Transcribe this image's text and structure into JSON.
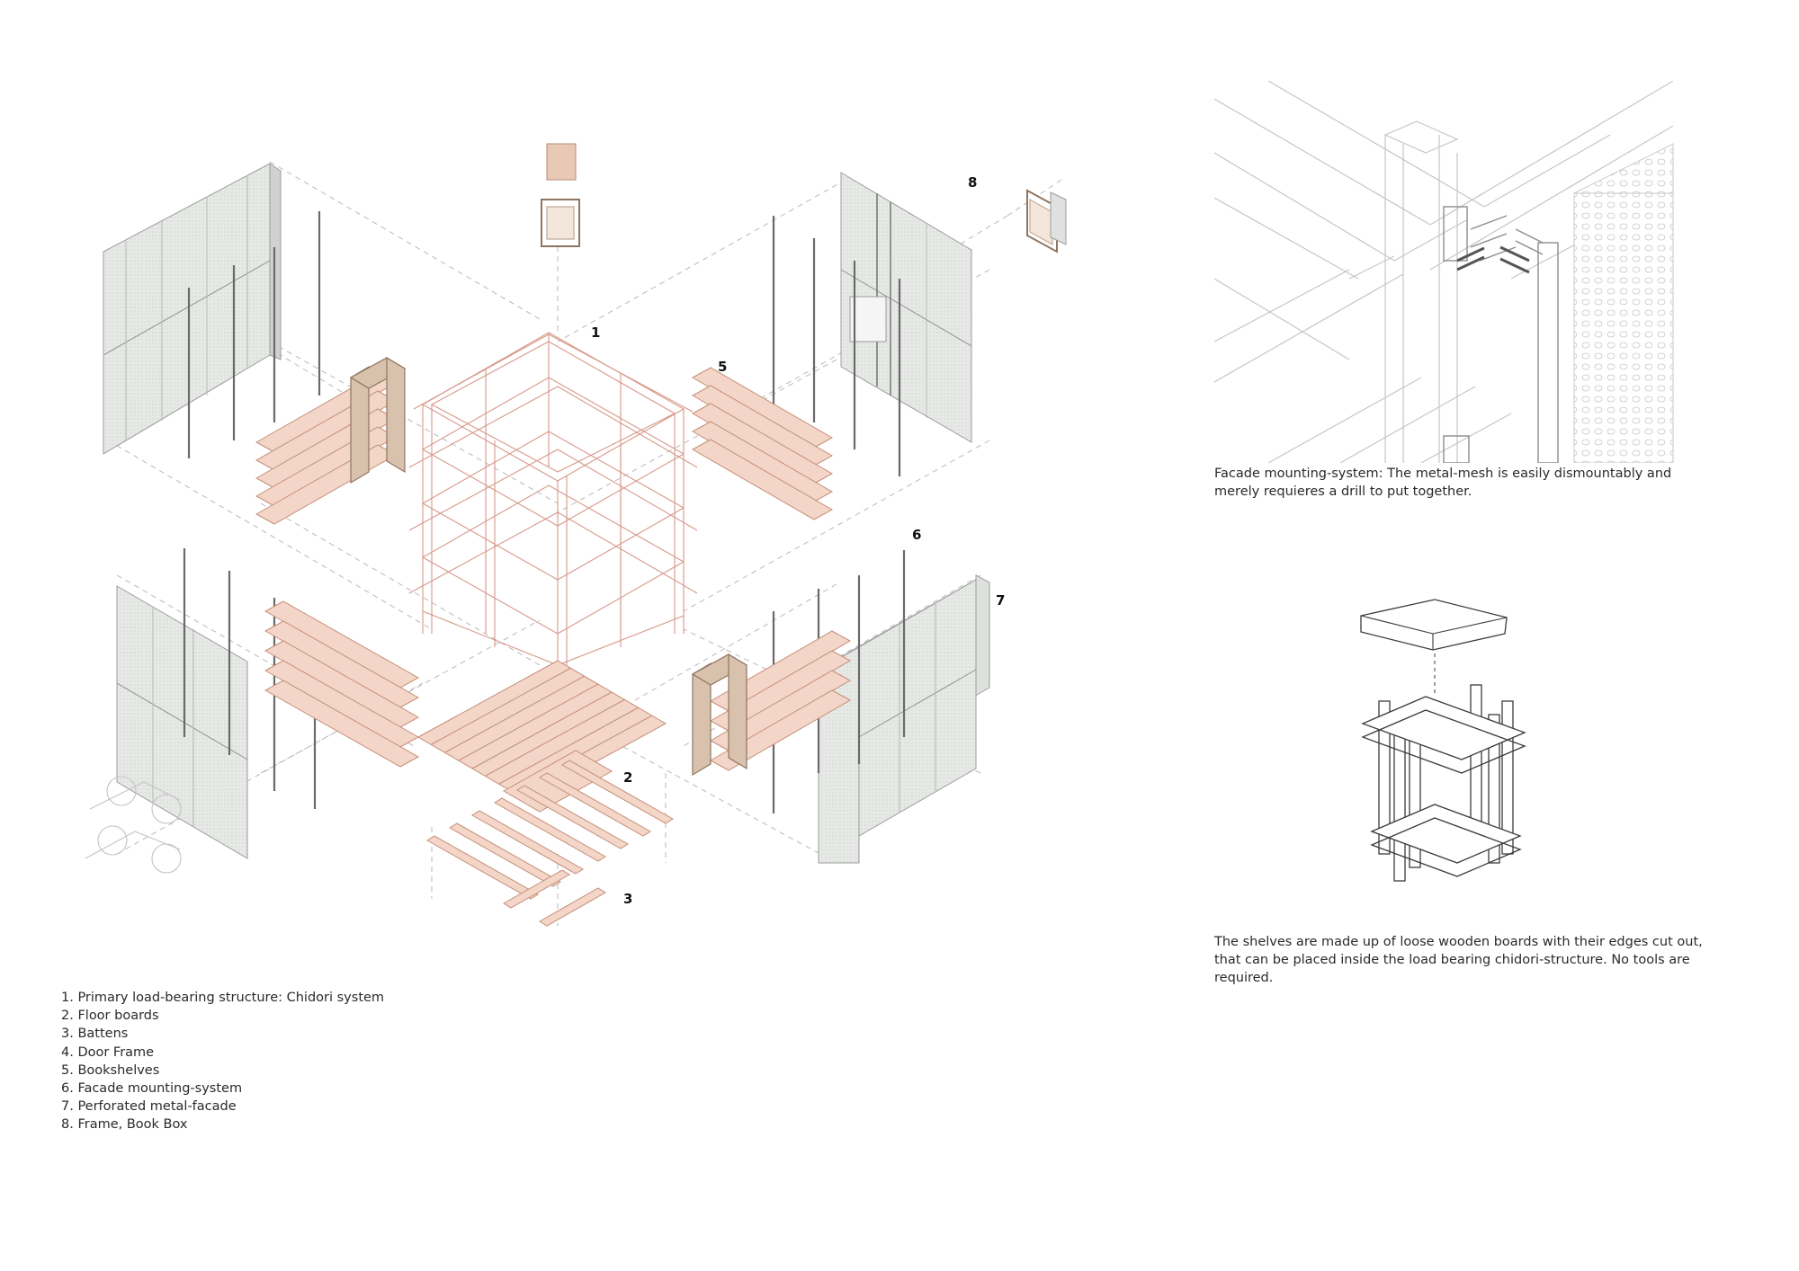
{
  "diagram": {
    "numbers": {
      "n1": "1",
      "n2": "2",
      "n3": "3",
      "n5": "5",
      "n6": "6",
      "n7": "7",
      "n8": "8"
    },
    "legend": [
      "1. Primary load-bearing structure: Chidori system",
      "2. Floor boards",
      "3. Battens",
      "4. Door Frame",
      "5. Bookshelves",
      "6. Facade mounting-system",
      "7. Perforated metal-facade",
      "8. Frame, Book Box"
    ],
    "captions": {
      "facade": "Facade mounting-system: The metal-mesh is easily dismountably and merely requieres a drill to put together.",
      "shelves": "The shelves are made up of loose wooden boards with their edges cut out, that can be placed inside the load bearing chidori-structure. No tools are required."
    }
  }
}
